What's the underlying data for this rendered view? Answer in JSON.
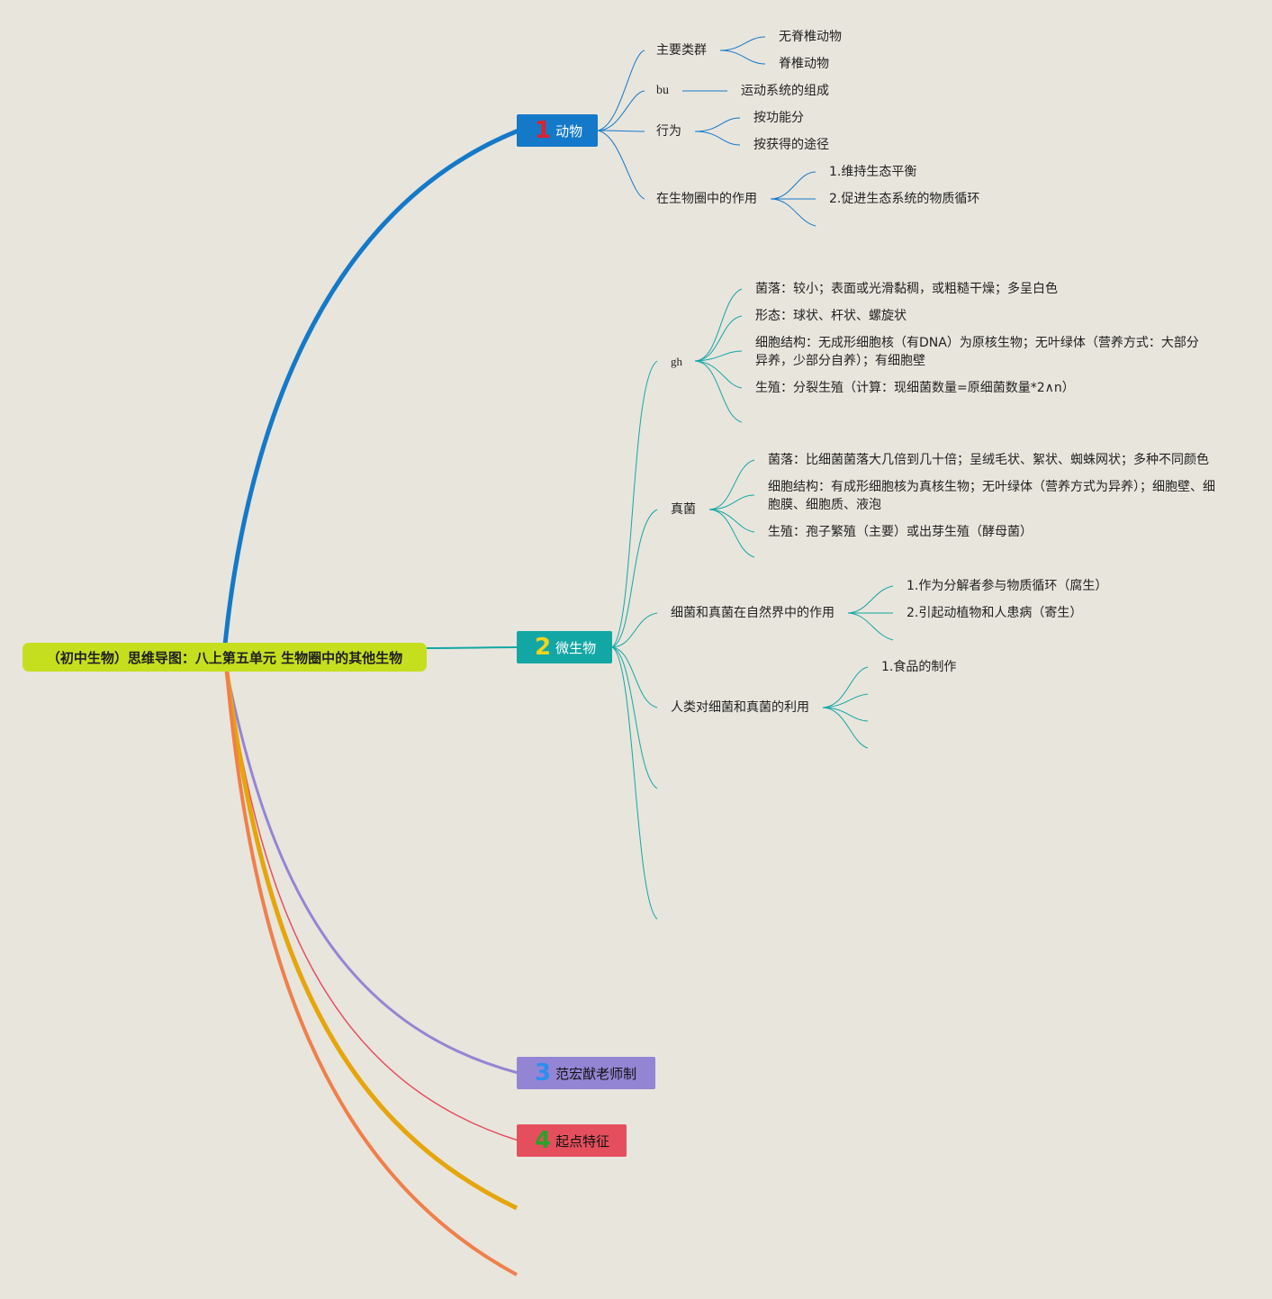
{
  "root": "（初中生物）思维导图：八上第五单元 生物圈中的其他生物",
  "topics": [
    {
      "num": "1",
      "label": "动物",
      "color": "#1479c9",
      "num_color": "#e0202a"
    },
    {
      "num": "2",
      "label": "微生物",
      "color": "#12a7a4",
      "num_color": "#f3d41a"
    },
    {
      "num": "3",
      "label": "范宏猷老师制",
      "color": "#9485d4",
      "num_color": "#2a8ff0"
    },
    {
      "num": "4",
      "label": "起点特征",
      "color": "#e54f5d",
      "num_color": "#2ba02b"
    }
  ],
  "animal": {
    "main_groups": "主要类群",
    "invertebrates": "无脊椎动物",
    "vertebrates": "脊椎动物",
    "bu": "bu",
    "movement": "运动系统的组成",
    "behavior": "行为",
    "by_function": "按功能分",
    "by_acquire": "按获得的途径",
    "role": "在生物圈中的作用",
    "role_1": "1.维持生态平衡",
    "role_2": "2.促进生态系统的物质循环"
  },
  "microbe": {
    "gh": "gh",
    "bacteria_colony": "菌落：较小；表面或光滑黏稠，或粗糙干燥；多呈白色",
    "bacteria_shape": "形态：球状、杆状、螺旋状",
    "bacteria_cell": "细胞结构：无成形细胞核（有DNA）为原核生物；无叶绿体（营养方式：大部分异养，少部分自养）；有细胞壁",
    "bacteria_repro": "生殖：分裂生殖（计算：现细菌数量=原细菌数量*2∧n）",
    "fungi": "真菌",
    "fungi_colony": "菌落：比细菌菌落大几倍到几十倍；呈绒毛状、絮状、蜘蛛网状；多种不同颜色",
    "fungi_cell": "细胞结构：有成形细胞核为真核生物；无叶绿体（营养方式为异养）；细胞壁、细胞膜、细胞质、液泡",
    "fungi_repro": "生殖：孢子繁殖（主要）或出芽生殖（酵母菌）",
    "nature_role": "细菌和真菌在自然界中的作用",
    "nature_1": "1.作为分解者参与物质循环（腐生）",
    "nature_2": "2.引起动植物和人患病（寄生）",
    "human_use": "人类对细菌和真菌的利用",
    "human_1": "1.食品的制作"
  }
}
